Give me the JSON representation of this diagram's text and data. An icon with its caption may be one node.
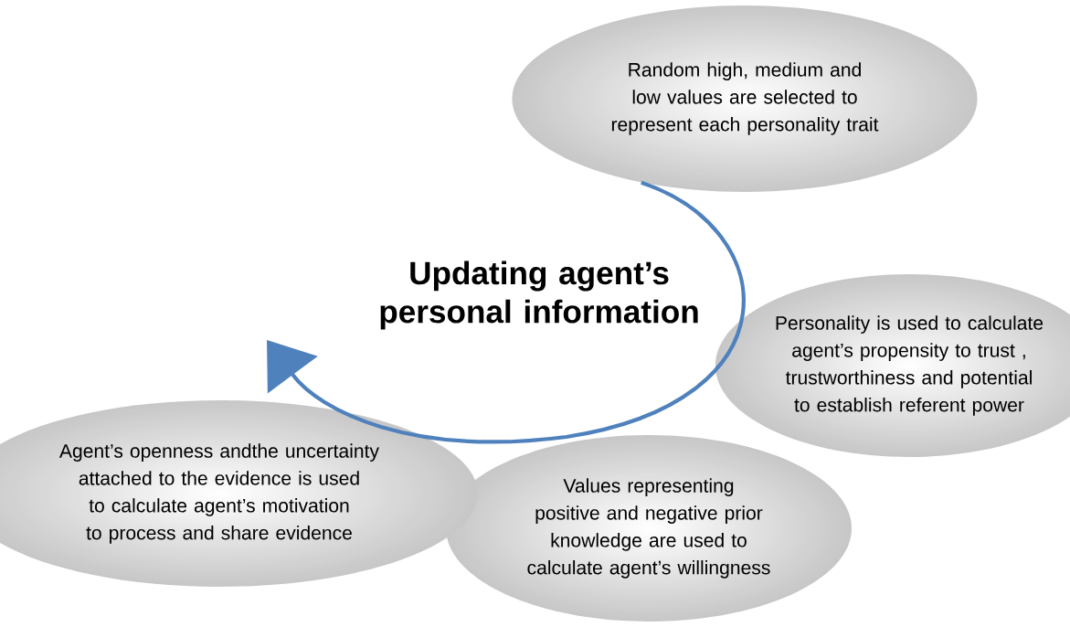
{
  "diagram": {
    "title": "Updating agent’s personal information",
    "nodes": [
      {
        "text": [
          "Random high, medium and low values are selected to represent each personality trait"
        ]
      },
      {
        "text": [
          "Personality is used to calculate agent’s propensity to trust , trustworthiness and  potential to establish referent power"
        ]
      },
      {
        "text": [
          "Values representing positive and negative prior knowledge are used to calculate agent’s willingness"
        ]
      },
      {
        "text": [
          "Agent’s openness andthe uncertainty attached to the evidence is used to calculate agent’s motivation to process and share evidence"
        ]
      }
    ]
  }
}
